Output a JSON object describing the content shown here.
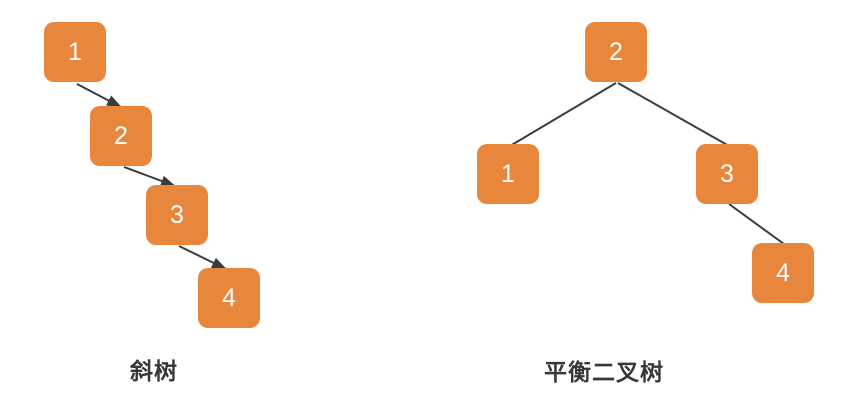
{
  "colors": {
    "node_fill": "#e8873c",
    "node_text": "#ffffff",
    "edge_stroke": "#3b3b3b",
    "caption_color": "#383838",
    "canvas_bg": "#ffffff"
  },
  "left_tree": {
    "caption": "斜树",
    "nodes": [
      {
        "id": "l1",
        "label": "1"
      },
      {
        "id": "l2",
        "label": "2"
      },
      {
        "id": "l3",
        "label": "3"
      },
      {
        "id": "l4",
        "label": "4"
      }
    ],
    "edges": [
      {
        "from": "1",
        "to": "2",
        "arrow": true
      },
      {
        "from": "2",
        "to": "3",
        "arrow": true
      },
      {
        "from": "3",
        "to": "4",
        "arrow": true
      }
    ]
  },
  "right_tree": {
    "caption": "平衡二叉树",
    "nodes": [
      {
        "id": "r2",
        "label": "2"
      },
      {
        "id": "r1",
        "label": "1"
      },
      {
        "id": "r3",
        "label": "3"
      },
      {
        "id": "r4",
        "label": "4"
      }
    ],
    "edges": [
      {
        "from": "2",
        "to": "1",
        "arrow": false
      },
      {
        "from": "2",
        "to": "3",
        "arrow": false
      },
      {
        "from": "3",
        "to": "4",
        "arrow": false
      }
    ]
  }
}
